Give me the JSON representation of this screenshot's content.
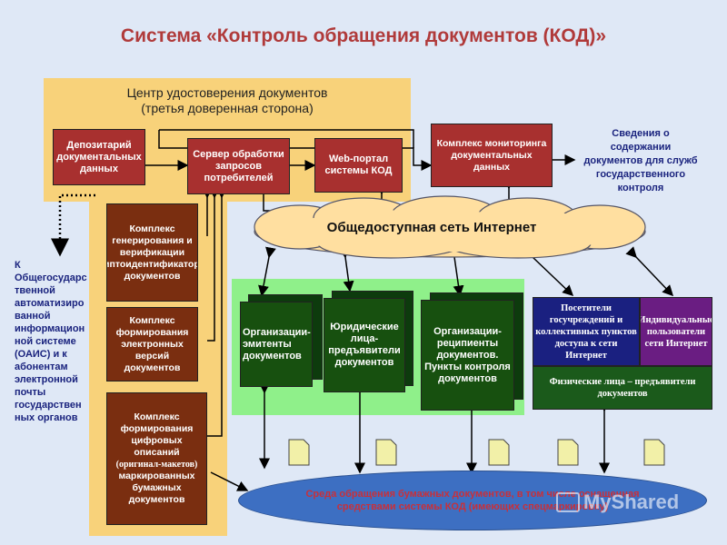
{
  "title": "Система «Контроль обращения документов (КОД)»",
  "center": {
    "label_line1": "Центр удостоверения документов",
    "label_line2": "(третья доверенная сторона)"
  },
  "boxes": {
    "depositary": "Депозитарий документальных данных",
    "server": "Сервер обработки запросов потребителей",
    "portal": "Web-портал системы КОД",
    "monitoring": "Комплекс мониторинга документальных данных",
    "crypto": "Комплекс генерирования и верификации криптоидентификаторов документов",
    "electronic": "Комплекс формирования электронных версий документов",
    "digital_l1": "Комплекс формирования цифровых описаний",
    "digital_l2": "(оригинал-макетов)",
    "digital_l3": "маркированных бумажных документов",
    "issuers": "Организации-эмитенты документов",
    "legal": "Юридические лица-предъявители документов",
    "recipients": "Организации-реципиенты документов. Пункты контроля документов",
    "visitors": "Посетители госучреждений и коллективных пунктов доступа к сети Интернет",
    "individual": "Индивидуальные пользователи сети Интернет",
    "physical": "Физические лица – предъявители документов"
  },
  "cloud_label": "Общедоступная сеть Интернет",
  "note_right": "Сведения о содержании документов для служб государственного контроля",
  "note_left": "К Общегосударственной автоматизированной информационной системе (ОАИС) и к абонентам электронной почты государственных органов",
  "paper_env": "Среда обращения бумажных документов, в том числе оснащенная средствами системы КОД (имеющих спецмаркировку)",
  "watermark": "MyShared",
  "colors": {
    "title": "#b03a3a",
    "center_bg": "#f8d27a",
    "green_bg": "#8ff08a",
    "note": "#1a237e",
    "cloud": "#ffdfa0"
  }
}
